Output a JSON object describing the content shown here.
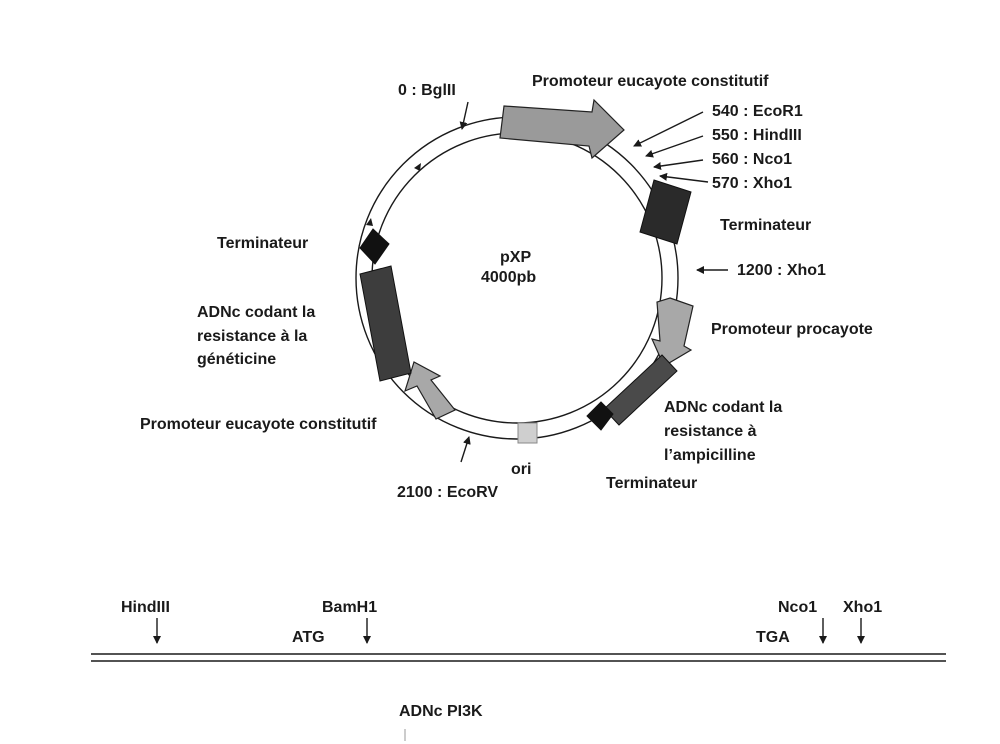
{
  "plasmid": {
    "name": "pXP",
    "size": "4000pb"
  },
  "sites": {
    "bglII": "0 : BglII",
    "ecoR1": "540 : EcoR1",
    "hindIII": "550 : HindIII",
    "nco1": "560 : Nco1",
    "xho1_570": "570 : Xho1",
    "xho1_1200": "1200  : Xho1",
    "ecoRV": "2100 : EcoRV"
  },
  "features": {
    "promoteur_euc_top": "Promoteur eucayote constitutif",
    "terminateur_right": "Terminateur",
    "promoteur_procaryote": "Promoteur procayote",
    "adnc_amp_1": "ADNc codant la",
    "adnc_amp_2": "resistance à",
    "adnc_amp_3": "l’ampicilline",
    "terminateur_bottom": "Terminateur",
    "ori": "ori",
    "promoteur_euc_left": "Promoteur eucayote constitutif",
    "adnc_gen_1": "ADNc codant la",
    "adnc_gen_2": "resistance à la",
    "adnc_gen_3": "généticine",
    "terminateur_left": "Terminateur"
  },
  "insert": {
    "hindIII": "HindIII",
    "bamH1": "BamH1",
    "atg": "ATG",
    "nco1": "Nco1",
    "xho1": "Xho1",
    "tga": "TGA",
    "title": "ADNc PI3K"
  }
}
